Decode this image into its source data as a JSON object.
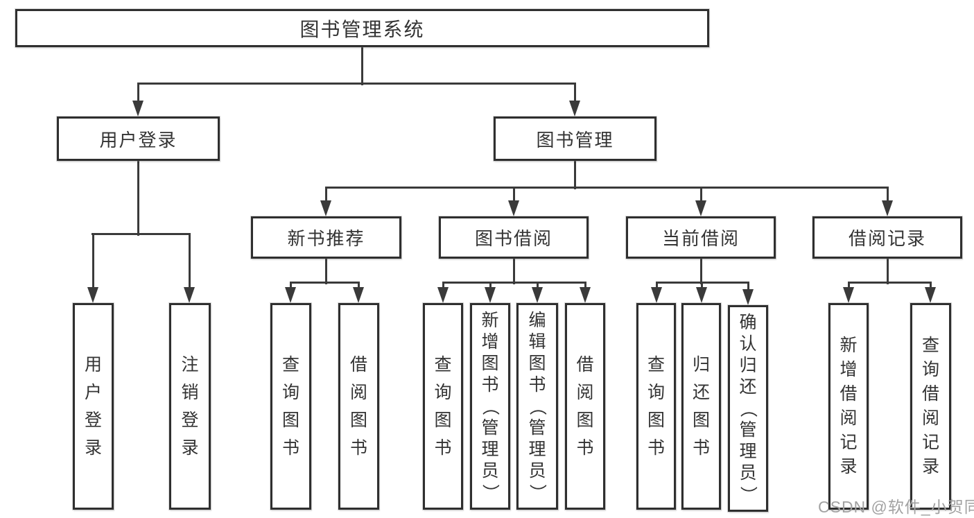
{
  "diagram": {
    "title": "图书管理系统",
    "colors": {
      "line": "#3a3a3a",
      "box_border": "#2f2f2f",
      "text": "#333333",
      "watermark": "#a2a2a2",
      "background": "#ffffff"
    },
    "tree": {
      "root": {
        "label": "图书管理系统",
        "children": [
          {
            "label": "用户登录",
            "children": [
              {
                "label": "用户登录"
              },
              {
                "label": "注销登录"
              }
            ]
          },
          {
            "label": "图书管理",
            "children": [
              {
                "label": "新书推荐",
                "children": [
                  {
                    "label": "查询图书"
                  },
                  {
                    "label": "借阅图书"
                  }
                ]
              },
              {
                "label": "图书借阅",
                "children": [
                  {
                    "label": "查询图书"
                  },
                  {
                    "label": "新增图书（管理员）"
                  },
                  {
                    "label": "编辑图书（管理员）"
                  },
                  {
                    "label": "借阅图书"
                  }
                ]
              },
              {
                "label": "当前借阅",
                "children": [
                  {
                    "label": "查询图书"
                  },
                  {
                    "label": "归还图书"
                  },
                  {
                    "label": "确认归还（管理员）"
                  }
                ]
              },
              {
                "label": "借阅记录",
                "children": [
                  {
                    "label": "新增借阅记录"
                  },
                  {
                    "label": "查询借阅记录"
                  }
                ]
              }
            ]
          }
        ]
      }
    },
    "watermark": {
      "text": "CSDN @软件_小贺同学"
    }
  }
}
